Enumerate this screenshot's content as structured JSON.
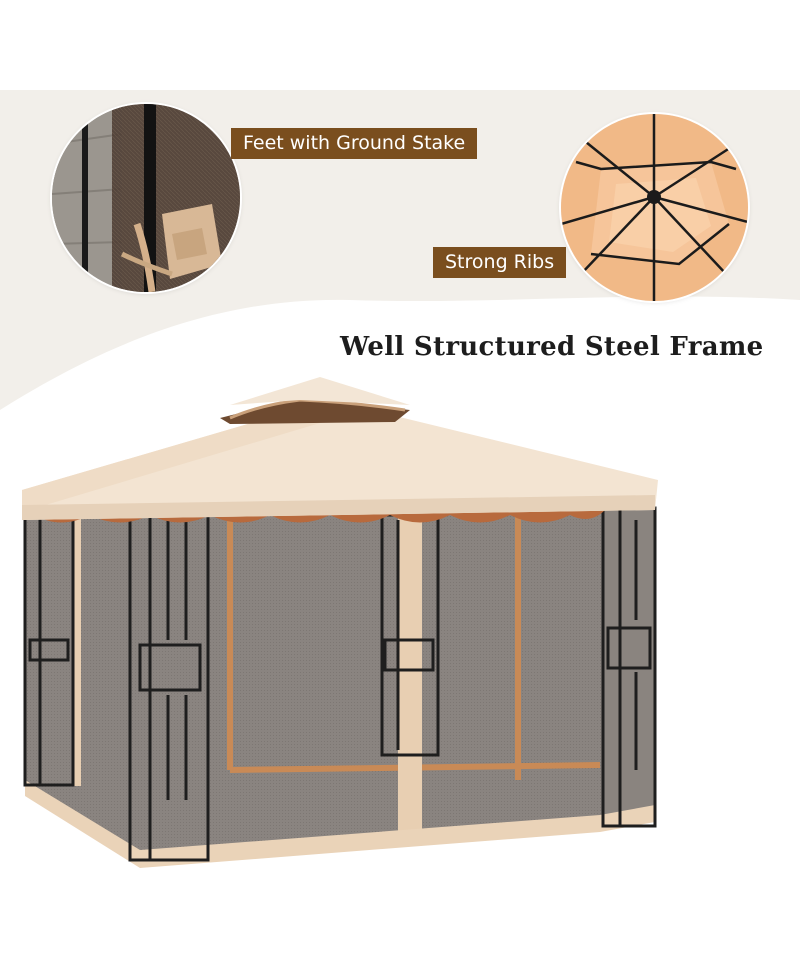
{
  "callouts": {
    "feet": {
      "label": "Feet with Ground Stake"
    },
    "ribs": {
      "label": "Strong Ribs"
    }
  },
  "headline": "Well Structured Steel Frame",
  "colors": {
    "background_band": "#f2efea",
    "label_bg": "#7a4e1e",
    "canopy": "#f3e4d2",
    "mesh": "#8a8480",
    "frame": "#1e1e1e",
    "trim": "#e8cfb2",
    "accent_orange": "#f1b987"
  },
  "icons": [
    "feet-detail-photo",
    "ribs-detail-photo",
    "gazebo-photo"
  ]
}
